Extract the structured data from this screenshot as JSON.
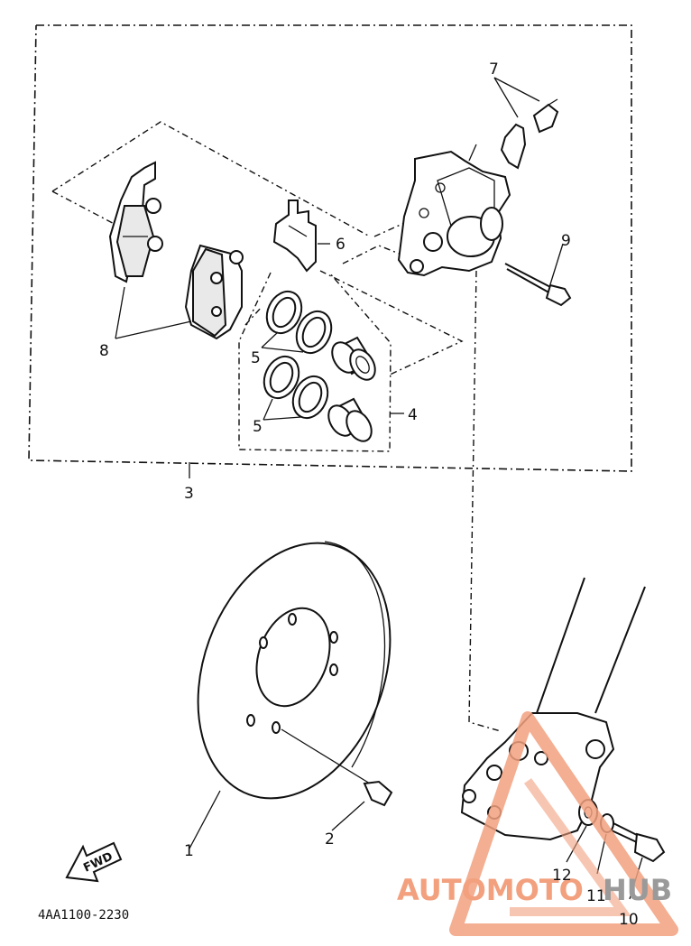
{
  "diagram": {
    "drawing_code": "4AA1100-2230",
    "fwd_label": "FWD",
    "callouts": {
      "c1": "1",
      "c2": "2",
      "c3": "3",
      "c4": "4",
      "c5a": "5",
      "c5b": "5",
      "c6": "6",
      "c7": "7",
      "c8": "8",
      "c9": "9",
      "c10": "10",
      "c11": "11",
      "c12": "12"
    },
    "watermark": {
      "text_red": "AUTOMOTO",
      "text_grey": "HUB",
      "color_red": "#f2a07e",
      "color_grey": "#9a9a9a"
    }
  }
}
